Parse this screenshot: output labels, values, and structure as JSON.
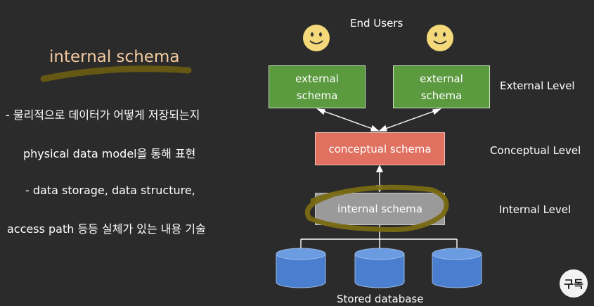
{
  "left_panel": {
    "title": "internal schema",
    "lines": [
      "- 물리적으로 데이터가 어떻게 저장되는지",
      "physical data model을 통해 표현",
      "- data storage, data structure,",
      "access path 등등 실체가 있는 내용 기술"
    ]
  },
  "diagram": {
    "end_users_label": "End Users",
    "external_schema_1": [
      "external",
      "schema"
    ],
    "external_schema_2": [
      "external",
      "schema"
    ],
    "conceptual_schema": "conceptual schema",
    "internal_schema": "internal schema",
    "stored_database_label": "Stored database",
    "levels": {
      "external": "External Level",
      "conceptual": "Conceptual Level",
      "internal": "Internal Level"
    }
  },
  "subscribe_badge": "구독",
  "colors": {
    "background": "#2b2b2b",
    "title_text": "#f3c9a0",
    "highlight": "#7a6a14",
    "external_box": "#5b9a3f",
    "conceptual_box": "#e0705f",
    "internal_box": "#9a9a9a",
    "database": "#4a7fd0",
    "smiley": "#f4d97a"
  },
  "icons": [
    "smiley-face-icon",
    "database-cylinder-icon"
  ]
}
